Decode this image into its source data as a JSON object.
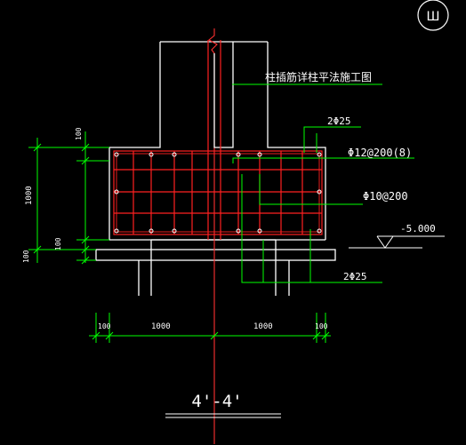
{
  "colors": {
    "background": "#000000",
    "concrete": "#ffffff",
    "rebar": "#ff2020",
    "dimension": "#00ff00",
    "text": "#ffffff"
  },
  "corner_mark": "Ш",
  "labels": {
    "column_note": "柱插筋详柱平法施工图",
    "top_bars": "2Φ25",
    "stirrups": "Φ12@200(8)",
    "side_bars": "Φ10@200",
    "elevation": "-5.000",
    "bottom_bars": "2Φ25",
    "section_title": "4'-4'"
  },
  "dimensions": {
    "left_total": "1000",
    "left_top_cover": "100",
    "left_bottom_cover": "100",
    "left_pad": "100",
    "bottom_left_edge": "100",
    "bottom_left_span": "1000",
    "bottom_right_span": "1000",
    "bottom_right_edge": "100"
  }
}
